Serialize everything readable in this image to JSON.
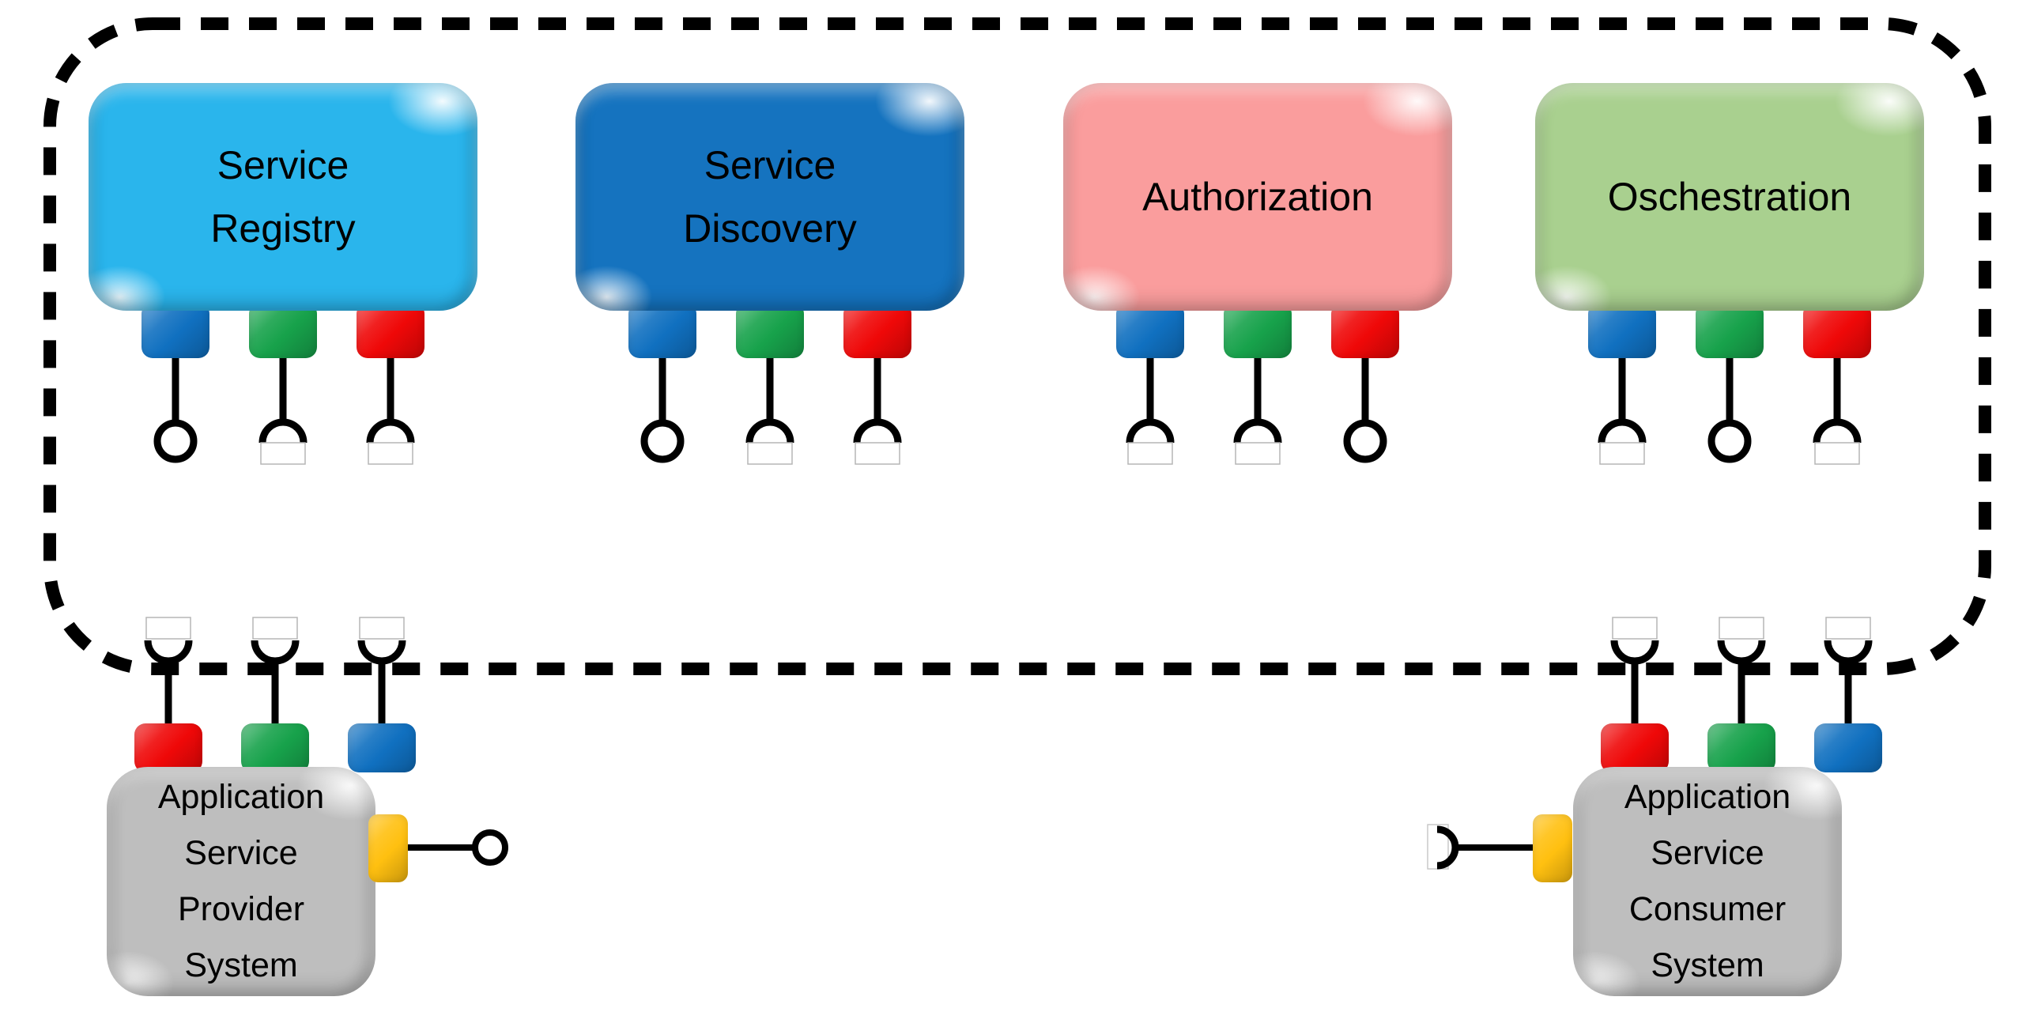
{
  "diagram_title": "",
  "boundary": {
    "style": "dashed-rounded-rectangle",
    "stroke_color": "#000000"
  },
  "services": [
    {
      "id": "service-registry",
      "label_lines": [
        "Service",
        "Registry"
      ],
      "fill": "#2ab5ec",
      "ports": [
        {
          "color": "blue",
          "interface": "ball"
        },
        {
          "color": "green",
          "interface": "socket"
        },
        {
          "color": "red",
          "interface": "socket"
        }
      ]
    },
    {
      "id": "service-discovery",
      "label_lines": [
        "Service",
        "Discovery"
      ],
      "fill": "#1573bf",
      "ports": [
        {
          "color": "blue",
          "interface": "ball"
        },
        {
          "color": "green",
          "interface": "socket"
        },
        {
          "color": "red",
          "interface": "socket"
        }
      ]
    },
    {
      "id": "authorization",
      "label_lines": [
        "Authorization"
      ],
      "fill": "#fa9d9d",
      "ports": [
        {
          "color": "blue",
          "interface": "socket"
        },
        {
          "color": "green",
          "interface": "socket"
        },
        {
          "color": "red",
          "interface": "ball"
        }
      ]
    },
    {
      "id": "oschestration",
      "label_lines": [
        "Oschestration"
      ],
      "fill": "#a9d08f",
      "ports": [
        {
          "color": "blue",
          "interface": "socket"
        },
        {
          "color": "green",
          "interface": "ball"
        },
        {
          "color": "red",
          "interface": "socket"
        }
      ]
    }
  ],
  "systems": [
    {
      "id": "application-service-provider-system",
      "label_lines": [
        "Application",
        "Service",
        "Provider",
        "System"
      ],
      "fill": "#bebebe",
      "position": "left",
      "ports": [
        {
          "color": "red",
          "interface": "socket-up"
        },
        {
          "color": "green",
          "interface": "socket-up"
        },
        {
          "color": "blue",
          "interface": "socket-up"
        }
      ],
      "external_port": {
        "color": "yellow",
        "interface": "ball",
        "side": "right"
      }
    },
    {
      "id": "application-service-consumer-system",
      "label_lines": [
        "Application",
        "Service",
        "Consumer",
        "System"
      ],
      "fill": "#bebebe",
      "position": "right",
      "ports": [
        {
          "color": "red",
          "interface": "socket-up"
        },
        {
          "color": "green",
          "interface": "socket-up"
        },
        {
          "color": "blue",
          "interface": "socket-up"
        }
      ],
      "external_port": {
        "color": "yellow",
        "interface": "socket-left",
        "side": "left"
      }
    }
  ],
  "port_colors": {
    "blue": "#1070c0",
    "green": "#17a24b",
    "red": "#ef0808",
    "yellow": "#ffc010"
  },
  "line_color": "#000000",
  "socket_box_border": "#b5b5b5"
}
